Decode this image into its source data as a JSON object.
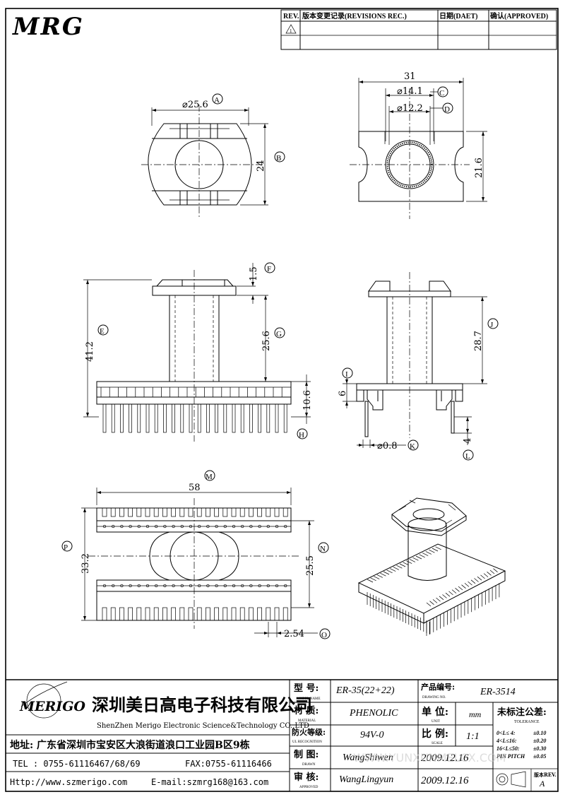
{
  "logo": {
    "text": "MRG"
  },
  "revision_table": {
    "headers": [
      "REV.",
      "版本变更记录(REVISIONS REC.)",
      "日期(DAET)",
      "确认(APPROVED)"
    ],
    "rev_symbol": "1"
  },
  "dimensions": {
    "top_a": {
      "value": "⌀25.6",
      "tag": "A"
    },
    "top_b": {
      "value": "24",
      "tag": "B"
    },
    "top_31": {
      "value": "31"
    },
    "top_c": {
      "value": "⌀14.1",
      "tag": "C"
    },
    "top_d": {
      "value": "⌀12.2",
      "tag": "D"
    },
    "top_21": {
      "value": "21.6"
    },
    "front_f": {
      "value": "1.5",
      "tag": "F"
    },
    "front_e": {
      "value": "41.2",
      "tag": "E"
    },
    "front_g": {
      "value": "25.6",
      "tag": "G"
    },
    "front_h": {
      "value": "10.6",
      "tag": "H"
    },
    "side_j": {
      "value": "28.7",
      "tag": "J"
    },
    "side_i": {
      "value": "6",
      "tag": "I"
    },
    "side_k": {
      "value": "⌀0.8",
      "tag": "K"
    },
    "side_l": {
      "value": "4",
      "tag": "L"
    },
    "bottom_m": {
      "value": "58",
      "tag": "M"
    },
    "bottom_p": {
      "value": "33.2",
      "tag": "P"
    },
    "bottom_n": {
      "value": "25.5",
      "tag": "N"
    },
    "bottom_o": {
      "value": "2.54",
      "tag": "O"
    }
  },
  "title_block": {
    "company_logo": "MERIGO",
    "company_cn": "深圳美日高电子科技有限公司",
    "company_en": "ShenZhen Merigo Electronic Science&Technology CO.,LTD",
    "address": "地址: 广东省深圳市宝安区大浪街道浪口工业园B区9栋",
    "tel": "TEL : 0755-61116467/68/69",
    "fax": "FAX:0755-61116466",
    "http": "Http://www.szmerigo.com",
    "email": "E-mail:szmrg168@163.com",
    "labels": {
      "model_cn": "型 号:",
      "model_en": "MODEL NAME",
      "material_cn": "材 质:",
      "material_en": "MATERIAL",
      "ul_cn": "防火等级:",
      "ul_en": "UL RECOGNITION",
      "drawn_cn": "制 图:",
      "drawn_en": "DRAWN",
      "approved_cn": "审 核:",
      "approved_en": "APPROVED",
      "drawing_no_cn": "产品编号:",
      "drawing_no_en": "DRAWING NO.",
      "unit_cn": "单 位:",
      "unit_en": "UNIT",
      "scale_cn": "比 例:",
      "scale_en": "SCALE",
      "tolerance_cn": "未标注公差:",
      "tolerance_en": "TOLERANCE",
      "rev_cn": "版本REV."
    },
    "values": {
      "model": "ER-35(22+22)",
      "material": "PHENOLIC",
      "ul": "94V-0",
      "drawn_by": "WangShiwen",
      "approved_by": "WangLingyun",
      "drawing_no": "ER-3514",
      "unit": "mm",
      "scale": "1:1",
      "drawn_date": "2009.12.16",
      "approved_date": "2009.12.16",
      "rev": "A"
    },
    "tolerance": [
      {
        "range": "0<L≤ 4:",
        "tol": "±0.10"
      },
      {
        "range": "4<L≤16:",
        "tol": "±0.20"
      },
      {
        "range": "16<L≤50:",
        "tol": "±0.30"
      },
      {
        "range": "PIN PITCH",
        "tol": "±0.05"
      }
    ]
  },
  "watermark": "WWW.YUNXUNMELCX.COM"
}
